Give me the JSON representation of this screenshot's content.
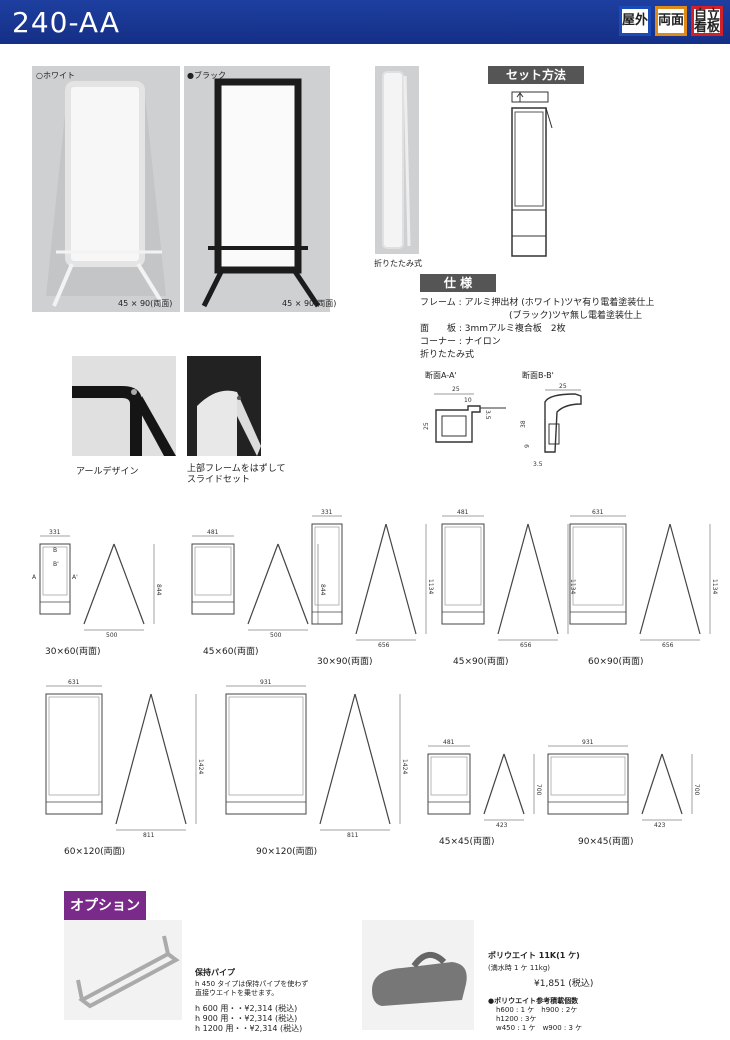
{
  "header": {
    "model": "240-AA",
    "badges": [
      {
        "label": "屋外",
        "color": "#1a4bb8"
      },
      {
        "label": "両面",
        "color": "#e08a1a"
      },
      {
        "label": "自立\n看板",
        "color": "#d0202a"
      }
    ]
  },
  "photos": {
    "white_label": "ホワイト",
    "black_label": "ブラック",
    "white_size": "45 × 90(両面)",
    "black_size": "45 × 90(両面)",
    "folded_label": "折りたたみ式",
    "detail1_label": "アールデザイン",
    "detail2_label": "上部フレームをはずして\nスライドセット"
  },
  "setup": {
    "title": "セット方法"
  },
  "spec": {
    "title": "仕 様",
    "lines": [
      "フレーム : アルミ押出材 (ホワイト)ツヤ有り電着塗装仕上",
      "(ブラック)ツヤ無し電着塗装仕上",
      "面　　板 : 3mmアルミ複合板　2枚",
      "コーナー : ナイロン",
      "折りたたみ式"
    ]
  },
  "sections": {
    "a_label": "断面A-A'",
    "b_label": "断面B-B'",
    "a_dims": [
      "25",
      "10",
      "3.5",
      "25"
    ],
    "b_dims": [
      "25",
      "38",
      "9",
      "3.5"
    ]
  },
  "diagrams": [
    {
      "name": "30×60(両面)",
      "w": "331",
      "h": "844",
      "d": "500",
      "b": "B",
      "b2": "B'",
      "a": "A",
      "a2": "A'"
    },
    {
      "name": "45×60(両面)",
      "w": "481",
      "h": "844",
      "d": "500"
    },
    {
      "name": "30×90(両面)",
      "w": "331",
      "h": "1134",
      "d": "656"
    },
    {
      "name": "45×90(両面)",
      "w": "481",
      "h": "1134",
      "d": "656"
    },
    {
      "name": "60×90(両面)",
      "w": "631",
      "h": "1134",
      "d": "656"
    },
    {
      "name": "60×120(両面)",
      "w": "631",
      "h": "1424",
      "d": "811"
    },
    {
      "name": "90×120(両面)",
      "w": "931",
      "h": "1424",
      "d": "811"
    },
    {
      "name": "45×45(両面)",
      "w": "481",
      "h": "700",
      "d": "423"
    },
    {
      "name": "90×45(両面)",
      "w": "931",
      "h": "700",
      "d": "423"
    }
  ],
  "option": {
    "title": "オプション",
    "pipe": {
      "title": "保持パイプ",
      "note": "h 450 タイプは保持パイプを使わず\n直接ウエイトを乗せます。",
      "prices": [
        "h 600 用・・¥2,314 (税込)",
        "h 900 用・・¥2,314 (税込)",
        "h 1200 用・・¥2,314 (税込)"
      ]
    },
    "weight": {
      "title": "ポリウエイト 11K(1 ケ)",
      "sub": "(満水時 1 ケ 11kg)",
      "price": "¥1,851 (税込)",
      "ref_title": "●ポリウエイト参考積載個数",
      "ref_lines": [
        "h600 : 1 ケ　h900 : 2ケ",
        "h1200 : 3ケ",
        "w450 : 1 ケ　w900 : 3 ケ"
      ]
    }
  }
}
